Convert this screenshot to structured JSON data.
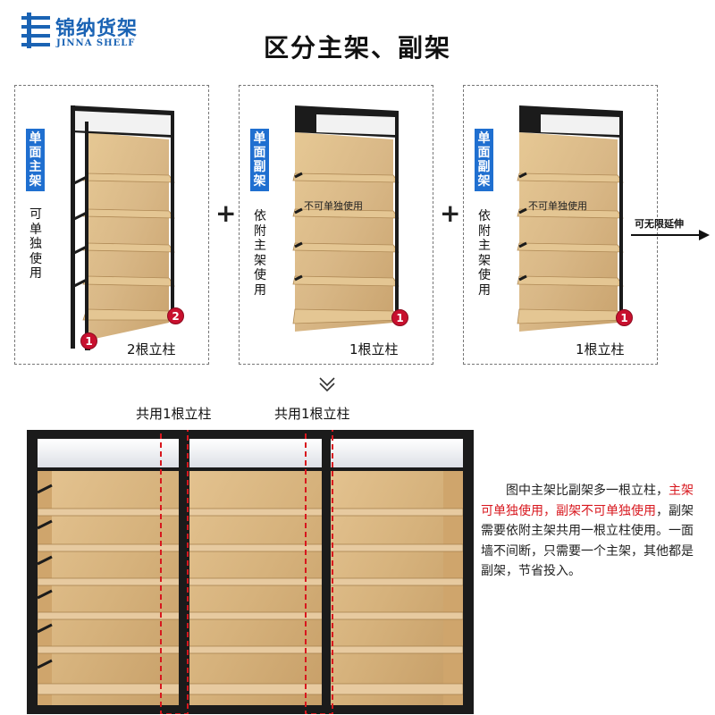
{
  "logo": {
    "icon": "shelf-logo-icon",
    "name_cn": "锦纳货架",
    "name_en": "JINNA SHELF",
    "color": "#1a63b4"
  },
  "title": "区分主架、副架",
  "cards": [
    {
      "badge": "单面主架",
      "badge_chars": [
        "单",
        "面",
        "主",
        "架"
      ],
      "vertical_text": [
        "可",
        "单",
        "独",
        "使",
        "用"
      ],
      "post_label": "2根立柱",
      "markers": [
        "1",
        "2"
      ]
    },
    {
      "badge": "单面副架",
      "badge_chars": [
        "单",
        "面",
        "副",
        "架"
      ],
      "vertical_text": [
        "依",
        "附",
        "主",
        "架",
        "使",
        "用"
      ],
      "note": "不可单独使用",
      "post_label": "1根立柱",
      "markers": [
        "1"
      ]
    },
    {
      "badge": "单面副架",
      "badge_chars": [
        "单",
        "面",
        "副",
        "架"
      ],
      "vertical_text": [
        "依",
        "附",
        "主",
        "架",
        "使",
        "用"
      ],
      "note": "不可单独使用",
      "post_label": "1根立柱",
      "markers": [
        "1"
      ]
    }
  ],
  "plus_sign": "+",
  "extend_label": "可无限延伸",
  "shared_labels": [
    "共用1根立柱",
    "共用1根立柱"
  ],
  "description": {
    "part1": "图中主架比副架多一根立柱，",
    "part2_red": "主架可单独使用，副架不可单独使用",
    "part3": "，副架需要依附主架共用一根立柱使用。一面墙不间断，只需要一个主架，其他都是副架，节省投入。"
  },
  "colors": {
    "badge_blue": "#1f6fd0",
    "marker_red": "#c8102e",
    "highlight_red": "#d8171e",
    "wood": "#d9b887",
    "frame_black": "#1b1b1b"
  }
}
